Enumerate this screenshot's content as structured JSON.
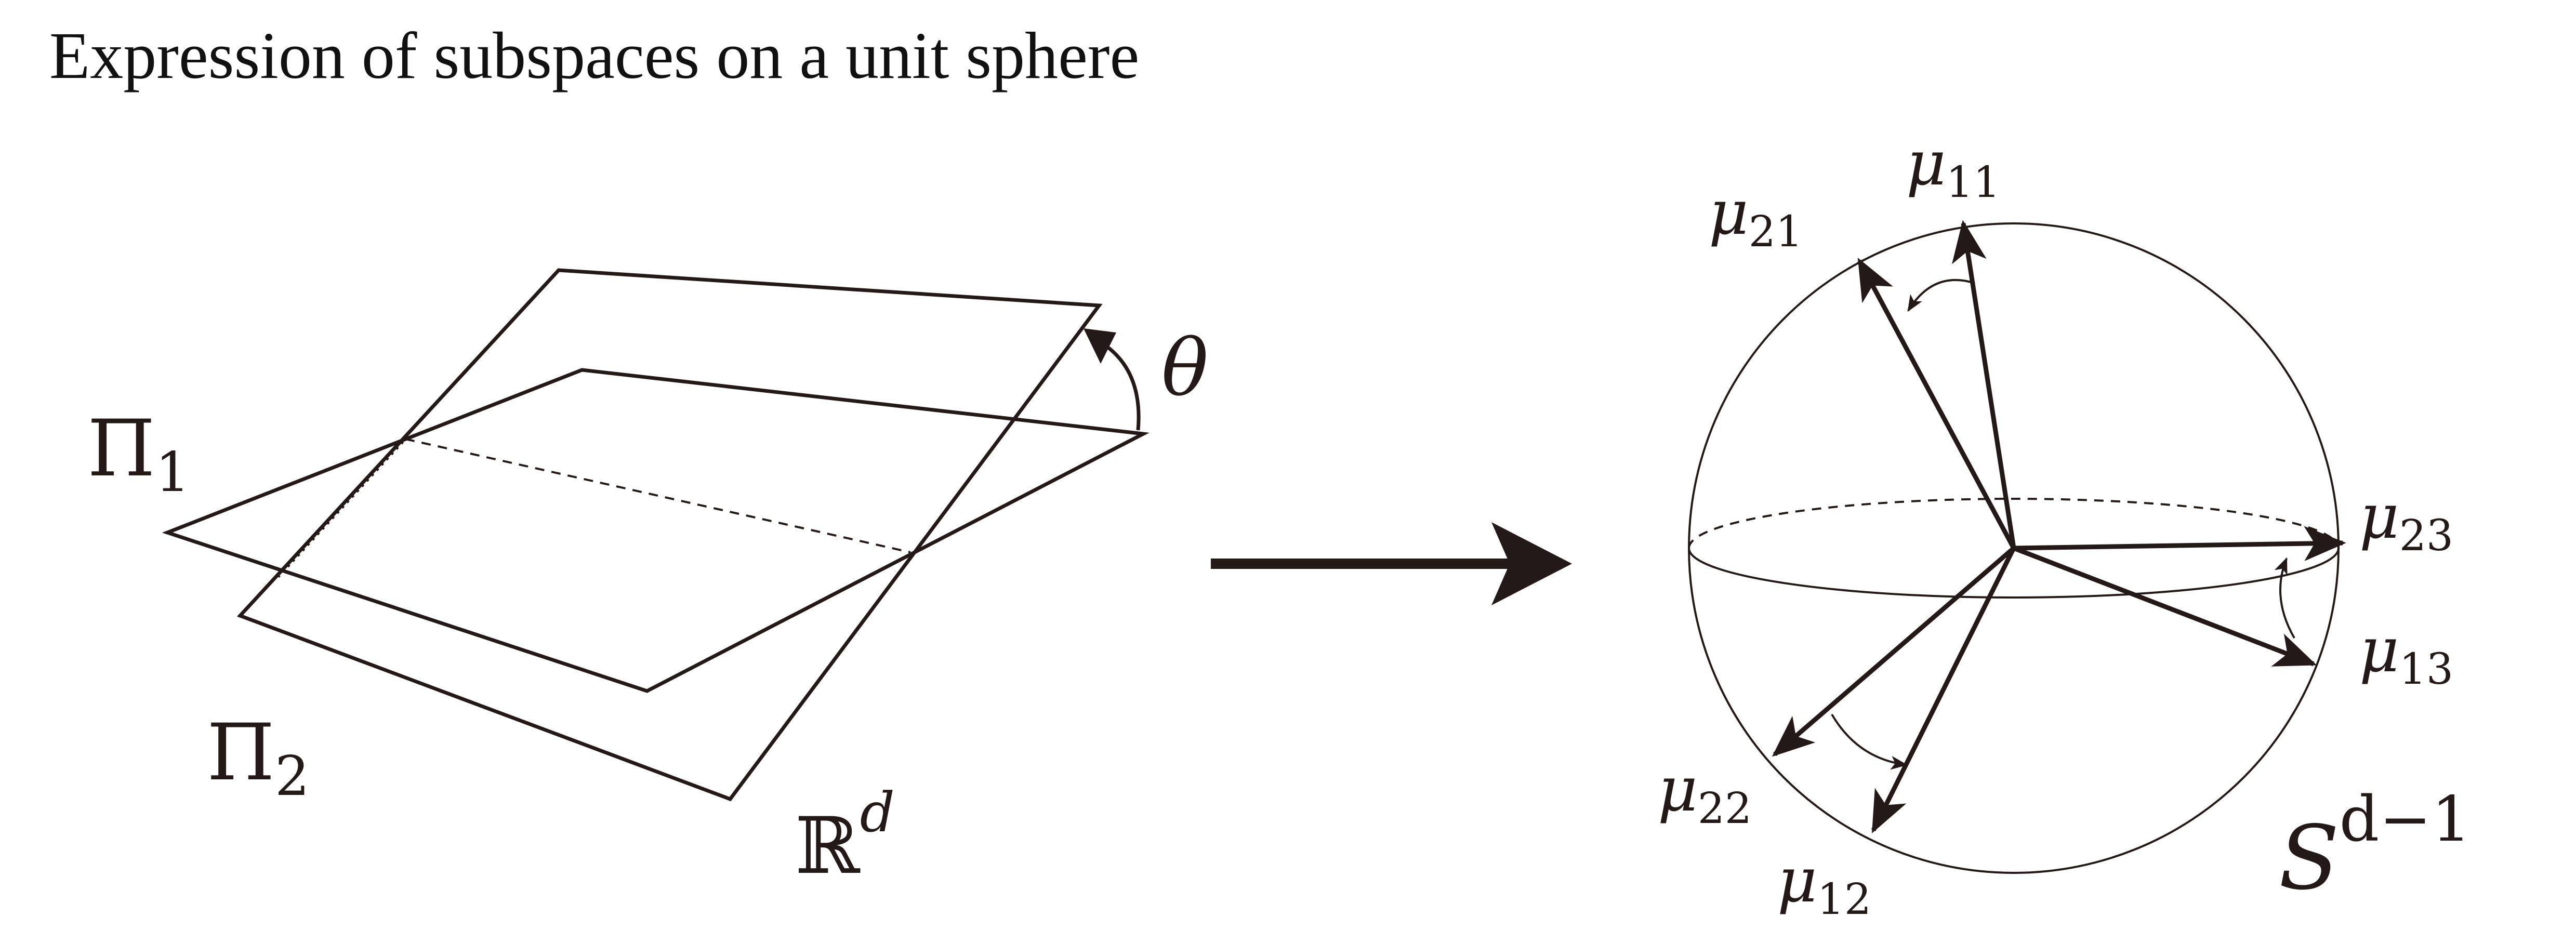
{
  "title": "Expression of subspaces on a unit sphere",
  "left_panel": {
    "plane1_label": {
      "symbol": "Π",
      "subscript": "1"
    },
    "plane2_label": {
      "symbol": "Π",
      "subscript": "2"
    },
    "angle_label": "θ",
    "space_label": {
      "symbol": "ℝ",
      "superscript": "d"
    }
  },
  "right_panel": {
    "sphere_label": {
      "symbol": "S",
      "superscript": "d−1"
    },
    "vectors": [
      {
        "symbol": "μ",
        "subscript": "11"
      },
      {
        "symbol": "μ",
        "subscript": "21"
      },
      {
        "symbol": "μ",
        "subscript": "23"
      },
      {
        "symbol": "μ",
        "subscript": "13"
      },
      {
        "symbol": "μ",
        "subscript": "22"
      },
      {
        "symbol": "μ",
        "subscript": "12"
      }
    ]
  },
  "colors": {
    "ink": "#231916",
    "background": "#ffffff"
  }
}
